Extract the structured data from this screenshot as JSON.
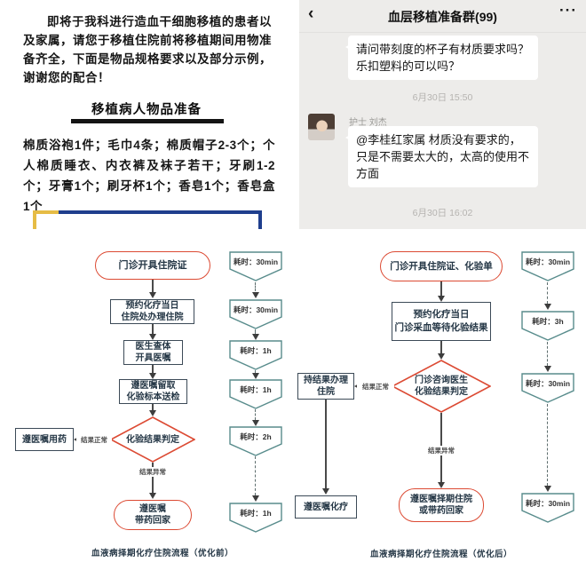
{
  "notice": {
    "paragraph": "即将于我科进行造血干细胞移植的患者以及家属，请您于移植住院前将移植期间用物准备齐全，下面是物品规格要求以及部分示例，谢谢您的配合！",
    "title": "移植病人物品准备",
    "items": "棉质浴袍1件；毛巾4条；棉质帽子2-3个；个人棉质睡衣、内衣裤及袜子若干；牙刷1-2个；牙膏1个；刷牙杯1个；香皂1个；香皂盒1个",
    "frame_colors": {
      "yellow": "#e6bc45",
      "blue": "#1f3e8d"
    }
  },
  "chat": {
    "back_icon": "‹",
    "title": "血层移植准备群(99)",
    "more_icon": "···",
    "msg1_text": "请问带刻度的杯子有材质要求吗？乐扣塑料的可以吗？",
    "ts1": "6月30日 15:50",
    "msg2_sender": "护士 刘杰",
    "msg2_text": "@李桂红家属 材质没有要求的，只是不需要太大的，太高的使用不方面",
    "ts2": "6月30日 16:02"
  },
  "before": {
    "start": "门诊开具住院证",
    "step2": "预约化疗当日\n住院处办理住院",
    "step3": "医生查体\n开具医嘱",
    "step4": "遵医嘱留取\n化验标本送检",
    "decision": "化验结果判定",
    "normal": "结果正常",
    "side": "遵医嘱用药",
    "abnormal": "结果异常",
    "end": "遵医嘱\n带药回家",
    "times": [
      "耗时：30min",
      "耗时：30min",
      "耗时：1h",
      "耗时：1h",
      "耗时：2h",
      "耗时：1h"
    ],
    "caption": "血液病择期化疗住院流程（优化前）"
  },
  "after": {
    "start": "门诊开具住院证、化验单",
    "step2": "预约化疗当日\n门诊采血等待化验结果",
    "decision": "门诊咨询医生\n化验结果判定",
    "normal": "结果正常",
    "hold": "持结果办理\n住院",
    "chemo": "遵医嘱化疗",
    "abnormal": "结果异常",
    "end": "遵医嘱择期住院\n或带药回家",
    "times": [
      "耗时：30min",
      "耗时：3h",
      "耗时：30min",
      "耗时：30min"
    ],
    "caption": "血液病择期化疗住院流程（优化后）"
  },
  "colors": {
    "node_red": "#dc4a33",
    "node_slate": "#3c4a57",
    "pent_teal": "#588c8c"
  }
}
